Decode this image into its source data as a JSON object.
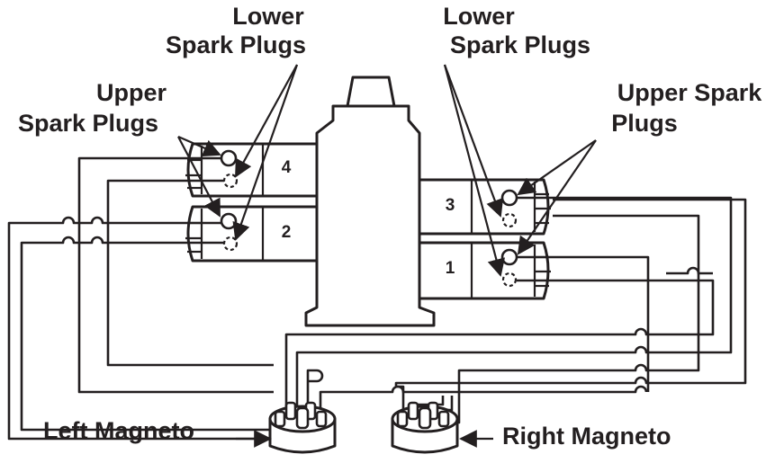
{
  "labels": {
    "lower_spark_plugs_left_line1": "Lower",
    "lower_spark_plugs_left_line2": "Spark Plugs",
    "upper_spark_plugs_left_line1": "Upper",
    "upper_spark_plugs_left_line2": "Spark Plugs",
    "lower_spark_plugs_right_line1": "Lower",
    "lower_spark_plugs_right_line2": "Spark Plugs",
    "upper_spark_plugs_right_line1": "Upper Spark",
    "upper_spark_plugs_right_line2": "Plugs",
    "left_magneto": "Left Magneto",
    "right_magneto": "Right Magneto"
  },
  "cylinders": [
    {
      "number": "4",
      "side": "left"
    },
    {
      "number": "2",
      "side": "left"
    },
    {
      "number": "3",
      "side": "right"
    },
    {
      "number": "1",
      "side": "right"
    }
  ],
  "colors": {
    "ink": "#231f20",
    "background": "#ffffff"
  }
}
